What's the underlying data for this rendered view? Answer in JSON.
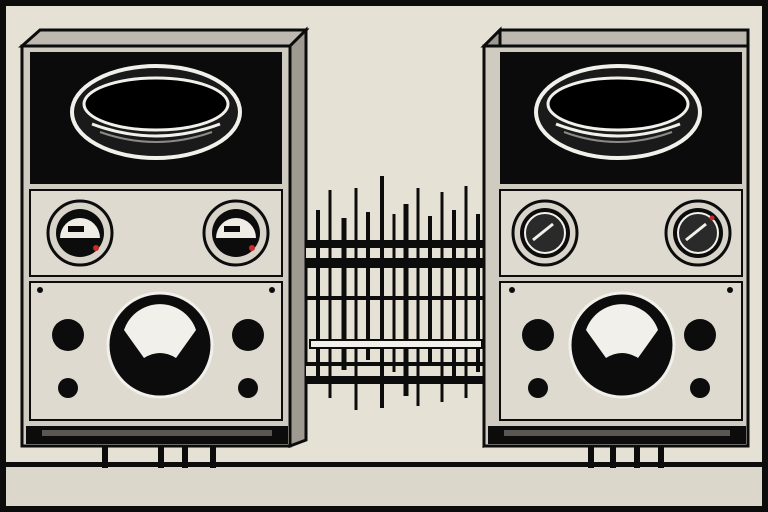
{
  "scene": {
    "background_color": "#e6e1d5",
    "ink_color": "#0c0c0c",
    "panel_color": "#cfcbc1",
    "screen_color": "#0b0b0b",
    "accent_color": "#c92a2a"
  },
  "devices": [
    {
      "name": "left-amplifier",
      "gauge_style": "light"
    },
    {
      "name": "right-amplifier",
      "gauge_style": "dark"
    }
  ]
}
